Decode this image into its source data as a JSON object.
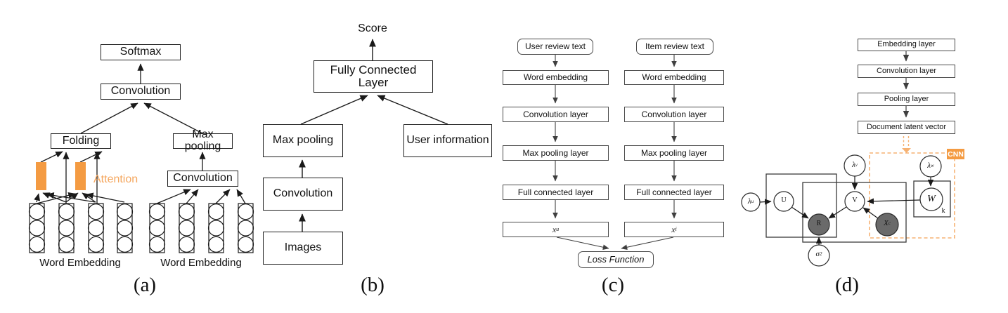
{
  "panel_a": {
    "softmax": "Softmax",
    "convolution_top": "Convolution",
    "folding": "Folding",
    "max_pooling": "Max pooling",
    "convolution_right": "Convolution",
    "attention_label": "Attention",
    "word_embedding_left": "Word Embedding",
    "word_embedding_right": "Word Embedding",
    "caption": "(a)"
  },
  "panel_b": {
    "score": "Score",
    "fully_connected_layer": "Fully Connected Layer",
    "max_pooling": "Max pooling",
    "user_information": "User information",
    "convolution": "Convolution",
    "images": "Images",
    "caption": "(b)"
  },
  "panel_c": {
    "left": {
      "source": "User review text",
      "word_embedding": "Word embedding",
      "convolution_layer": "Convolution layer",
      "max_pooling_layer": "Max pooling layer",
      "full_connected_layer": "Full connected layer",
      "output_main": "x",
      "output_sub": "u"
    },
    "right": {
      "source": "Item review text",
      "word_embedding": "Word embedding",
      "convolution_layer": "Convolution layer",
      "max_pooling_layer": "Max pooling layer",
      "full_connected_layer": "Full connected layer",
      "output_main": "x",
      "output_sub": "i"
    },
    "loss_function": "Loss Function",
    "caption": "(c)"
  },
  "panel_d": {
    "layers": {
      "embedding": "Embedding layer",
      "convolution": "Convolution layer",
      "pooling": "Pooling layer",
      "document_latent_vector": "Document latent vector"
    },
    "cnn_label": "CNN",
    "plate_k_label": "k",
    "nodes": {
      "lambda_u": {
        "main": "λ",
        "sub": "u"
      },
      "u": {
        "main": "U"
      },
      "lambda_v": {
        "main": "λ",
        "sub": "v"
      },
      "v": {
        "main": "V"
      },
      "lambda_w": {
        "main": "λ",
        "sub": "w"
      },
      "w": {
        "main": "W"
      },
      "r": {
        "main": "R"
      },
      "x_c": {
        "main": "X",
        "sub": "c"
      },
      "sigma": {
        "main": "σ",
        "sup": "2"
      }
    },
    "caption": "(d)"
  },
  "colors": {
    "accent_orange": "#F49B42",
    "accent_orange_light": "#F6B273",
    "attention_text": "#F5A75F",
    "dark_node_fill": "#6a6a6a"
  }
}
